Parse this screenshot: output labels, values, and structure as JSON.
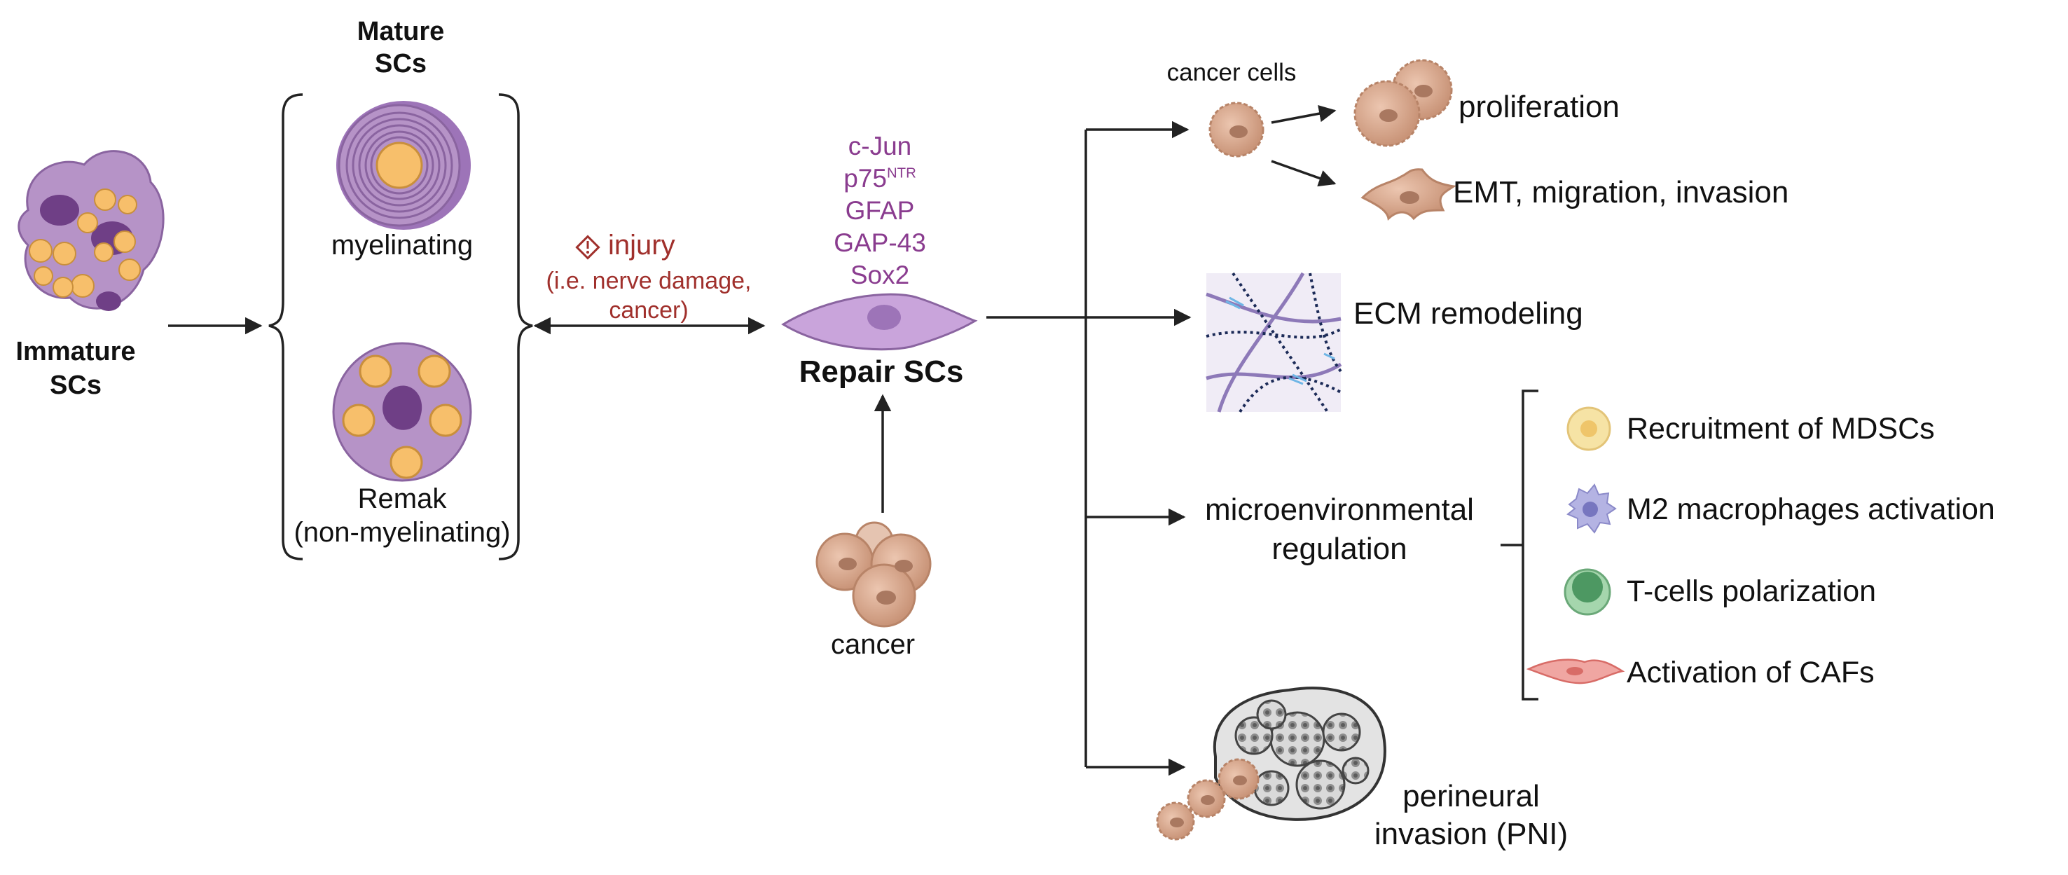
{
  "labels": {
    "mature_line1": "Mature",
    "mature_line2": "SCs",
    "myelinating": "myelinating",
    "remak": "Remak",
    "remak_sub": "(non-myelinating)",
    "immature_line1": "Immature",
    "immature_line2": "SCs",
    "injury": "injury",
    "injury_sub1": "(i.e. nerve damage,",
    "injury_sub2": "cancer)",
    "repair_scs": "Repair SCs",
    "cancer": "cancer",
    "cancer_cells": "cancer cells",
    "proliferation": "proliferation",
    "emt": "EMT, migration, invasion",
    "ecm": "ECM remodeling",
    "micro_line1": "microenvironmental",
    "micro_line2": "regulation",
    "mdsc": "Recruitment of MDSCs",
    "m2": "M2 macrophages activation",
    "tcell": "T-cells polarization",
    "caf": "Activation of CAFs",
    "pni_line1": "perineural",
    "pni_line2": "invasion (PNI)"
  },
  "markers": {
    "m1": "c-Jun",
    "m2_base": "p75",
    "m2_sup": "NTR",
    "m3": "GFAP",
    "m4": "GAP-43",
    "m5": "Sox2"
  },
  "icons": {
    "immature": "immature-schwann-cell-icon",
    "myelinating": "myelinating-schwann-cell-icon",
    "remak": "remak-schwann-cell-icon",
    "repair": "repair-schwann-cell-icon",
    "cancer": "cancer-cluster-icon",
    "injury": "warning-icon"
  },
  "colors": {
    "schwann_purple": "#b693c7",
    "schwann_dark": "#6f3f86",
    "axon_orange": "#f7bf6b",
    "cancer_tan": "#d8a88e",
    "injury_red": "#a0302c",
    "marker_purple": "#8a3c8f",
    "caf_red": "#e88580",
    "tcell_green": "#78bb87",
    "mdsc_yellow": "#f6e3a5",
    "macrophage_blue": "#9f9ed8"
  }
}
